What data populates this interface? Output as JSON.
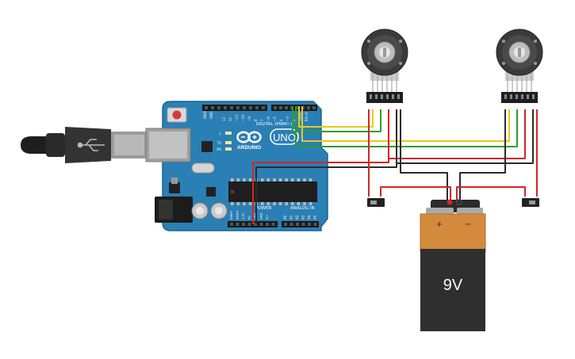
{
  "board": {
    "brand": "ARDUINO",
    "model": "UNO",
    "digital_header": "DIGITAL (PWM~)",
    "aref": "AREF",
    "gnd": "GND",
    "digital_pins": [
      "13",
      "12",
      "~11",
      "~10",
      "~9",
      "8",
      "7",
      "~6",
      "~5",
      "4",
      "~3",
      "2",
      "TX→1",
      "RX←0"
    ],
    "led_labels": [
      "L",
      "TX",
      "RX"
    ],
    "power_header": "POWER",
    "analog_header": "ANALOG IN",
    "power_pins": [
      "IOREF",
      "RESET",
      "3.3V",
      "5V",
      "GND",
      "GND",
      "Vin"
    ],
    "analog_pins": [
      "A0",
      "A1",
      "A2",
      "A3",
      "A4",
      "A5"
    ]
  },
  "battery": {
    "voltage_label": "9V",
    "plus": "+",
    "minus": "−"
  },
  "colors": {
    "board": "#2a7fb5",
    "wire_red": "#d32626",
    "wire_black": "#2b2b2b",
    "wire_yellow": "#e8c91a",
    "wire_green": "#2e9e2e",
    "battery_orange": "#d38a3c"
  }
}
